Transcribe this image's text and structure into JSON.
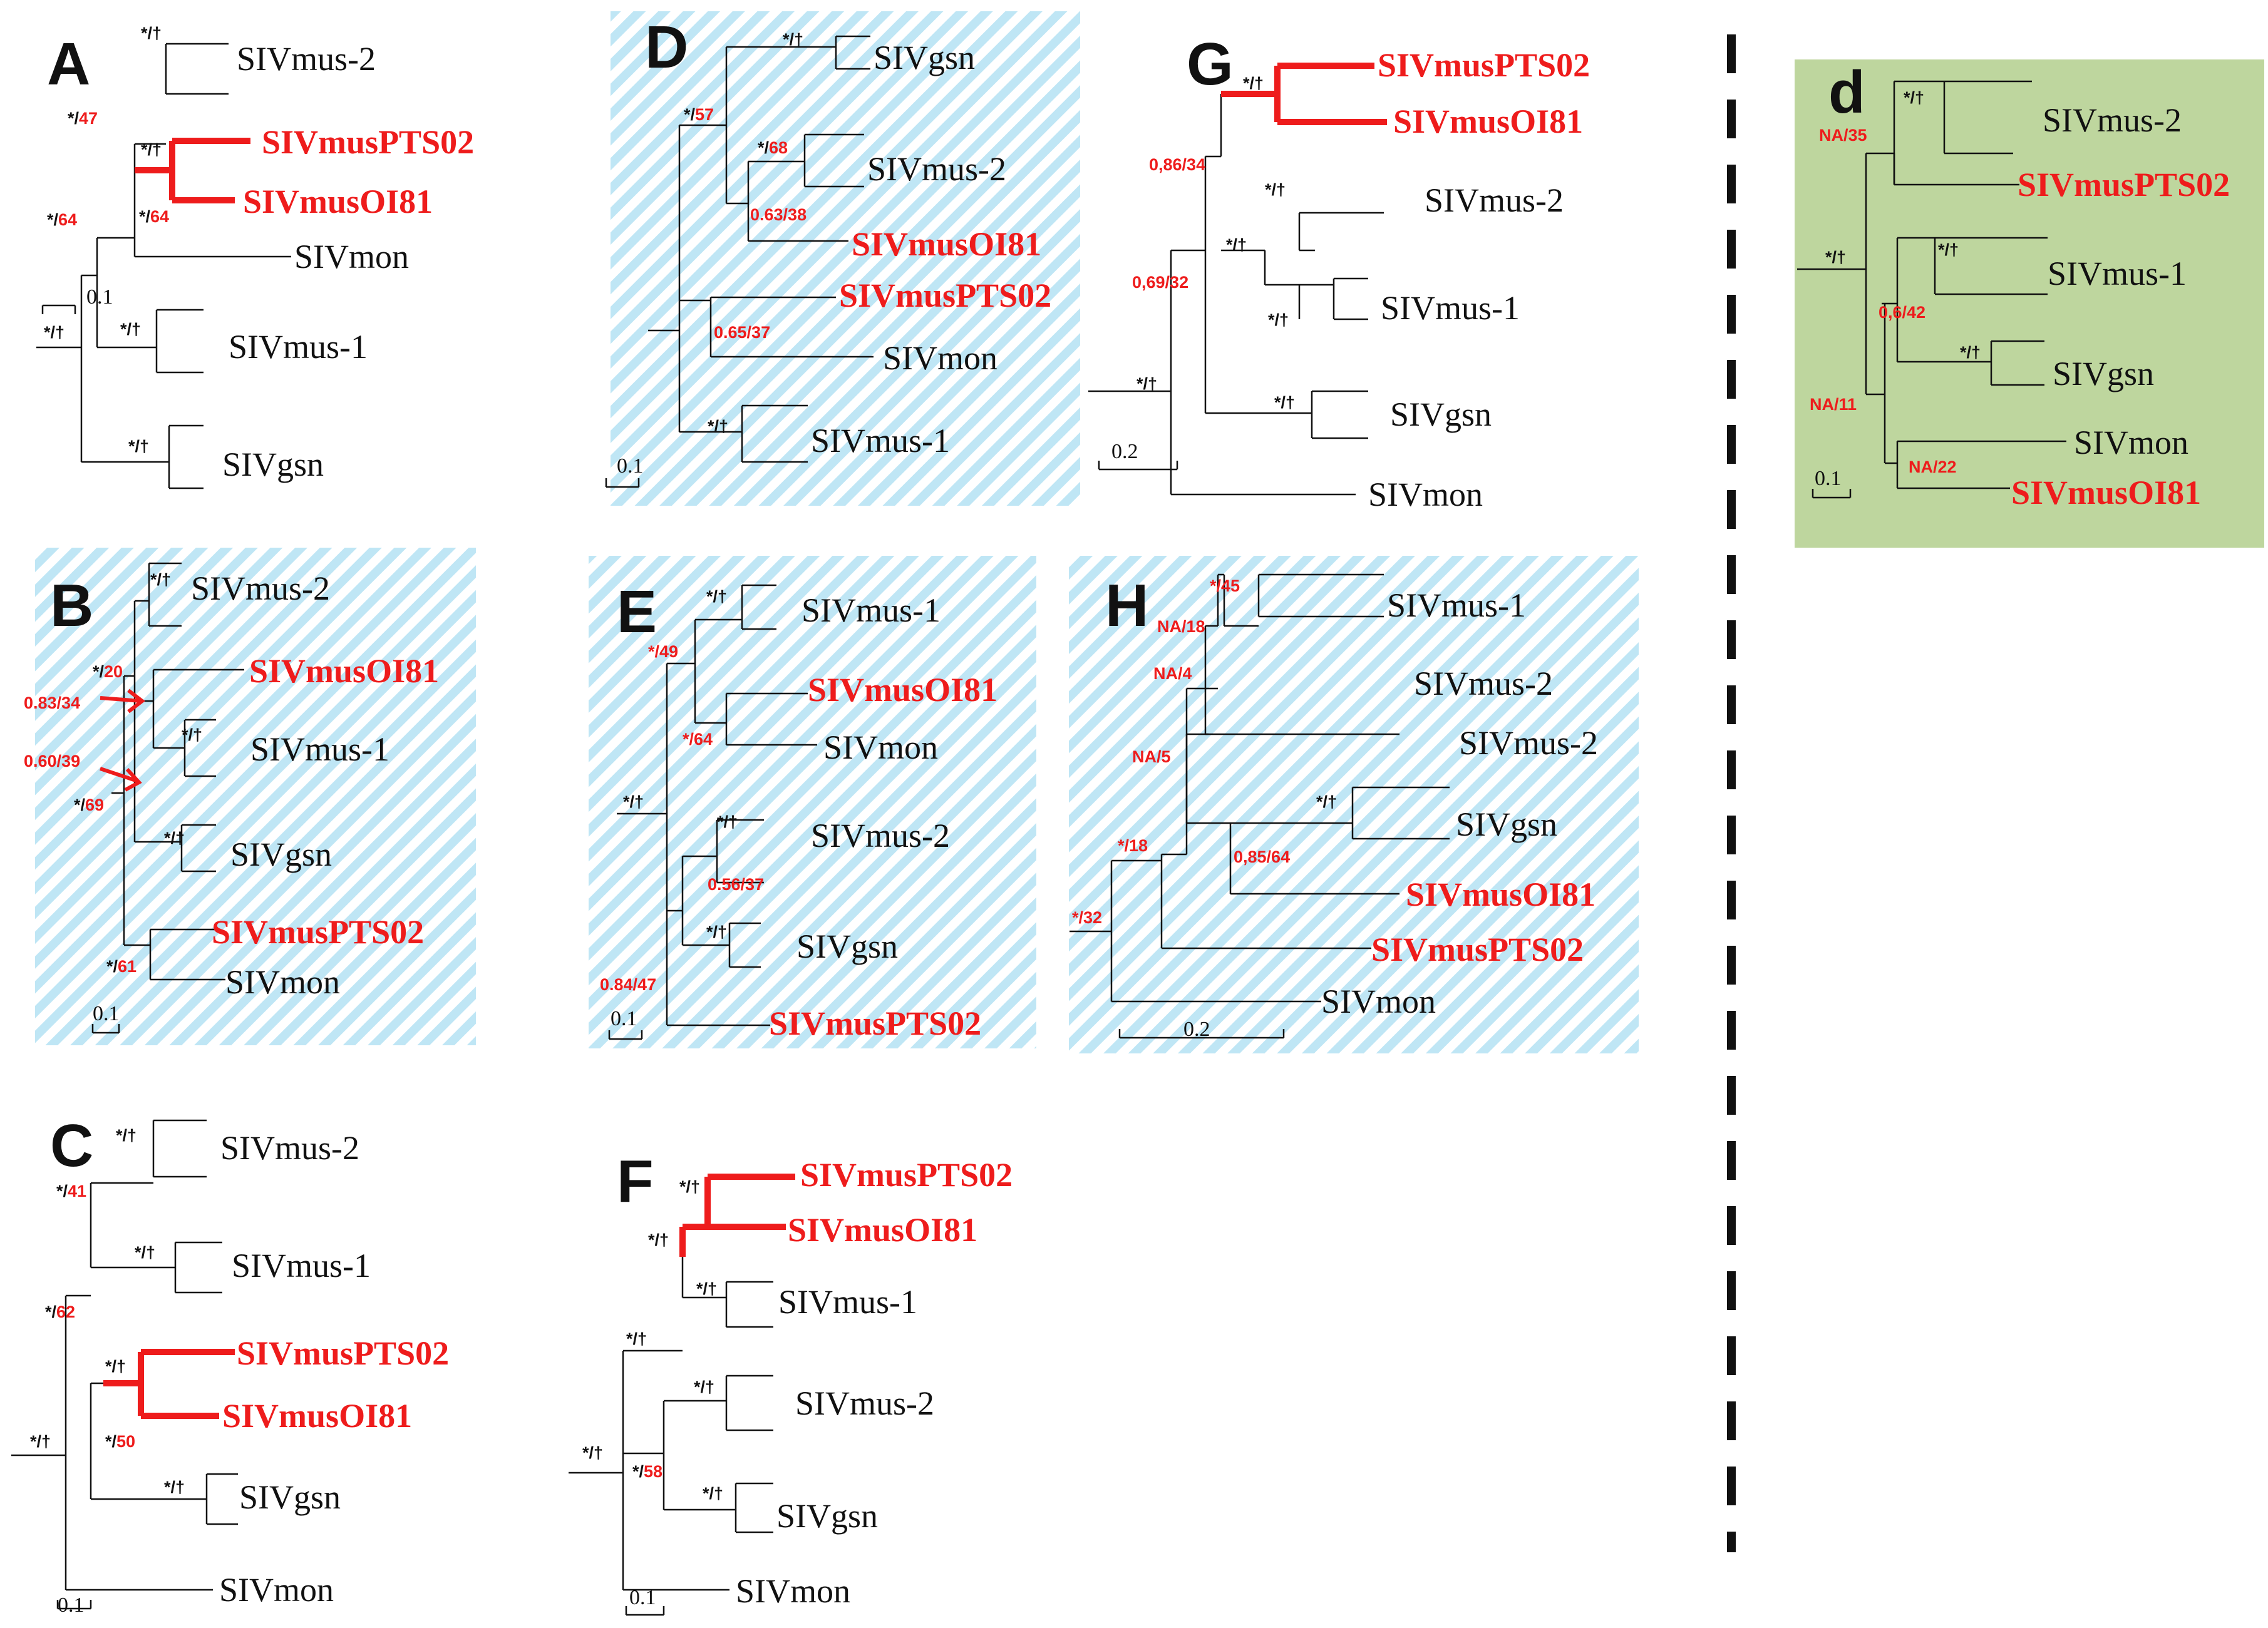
{
  "colors": {
    "highlight": "#ee1c1c",
    "text": "#111111",
    "hatch_stripe": "#bfe6f5",
    "hatch_bg": "#ffffff",
    "green_box": "#bed69e"
  },
  "labels": {
    "mus2": "SIVmus-2",
    "mus1": "SIVmus-1",
    "pts02": "SIVmusPTS02",
    "oi81": "SIVmusOI81",
    "mon": "SIVmon",
    "gsn": "SIVgsn",
    "star_dagger": "*/†",
    "star": "*/"
  },
  "panels": {
    "A": {
      "letter": "A",
      "scale": "0.1",
      "s47": "47",
      "s64a": "64",
      "s64b": "64"
    },
    "B": {
      "letter": "B",
      "scale": "0.1",
      "s20": "20",
      "s69": "69",
      "s61": "61",
      "arrow1": "0.83/34",
      "arrow2": "0.60/39"
    },
    "C": {
      "letter": "C",
      "scale": "0.1",
      "s41": "41",
      "s62": "62",
      "s50": "50"
    },
    "D": {
      "letter": "D",
      "scale": "0.1",
      "s57": "57",
      "s68": "68",
      "s6338": "0.63/38",
      "s6537": "0.65/37"
    },
    "E": {
      "letter": "E",
      "scale": "0.1",
      "s49": "*/49",
      "s64": "*/64",
      "s5637": "0.56/37",
      "s8447": "0.84/47"
    },
    "F": {
      "letter": "F",
      "scale": "0.1",
      "s58": "58"
    },
    "G": {
      "letter": "G",
      "scale": "0.2",
      "s8634": "0,86/34",
      "s6932": "0,69/32"
    },
    "H": {
      "letter": "H",
      "scale": "0.2",
      "s45": "*/45",
      "na18": "NA/18",
      "na4": "NA/4",
      "na5": "NA/5",
      "s18": "*/18",
      "s32": "*/32",
      "s8564": "0,85/64"
    },
    "d": {
      "letter": "d",
      "scale": "0.1",
      "na35": "NA/35",
      "s642": "0,6/42",
      "na11": "NA/11",
      "na22": "NA/22"
    }
  }
}
